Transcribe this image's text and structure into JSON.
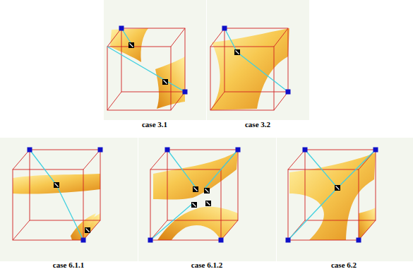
{
  "diagram": {
    "labels": [
      "case 3.1",
      "case 3.2",
      "case 6.1.1",
      "case 6.1.2",
      "case 6.2"
    ]
  }
}
